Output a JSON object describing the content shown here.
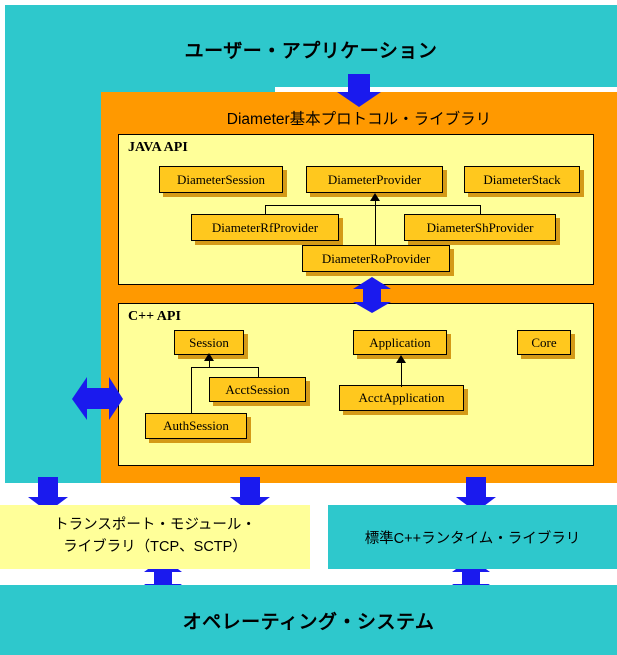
{
  "diagram": {
    "type": "layered-architecture",
    "title_top": "ユーザー・アプリケーション",
    "library_title": "Diameter基本プロトコル・ライブラリ",
    "panels": [
      {
        "id": "java",
        "label": "JAVA API"
      },
      {
        "id": "cpp",
        "label": "C++ API"
      }
    ],
    "java_classes": [
      {
        "name": "DiameterSession"
      },
      {
        "name": "DiameterProvider"
      },
      {
        "name": "DiameterStack"
      },
      {
        "name": "DiameterRfProvider"
      },
      {
        "name": "DiameterShProvider"
      },
      {
        "name": "DiameterRoProvider"
      }
    ],
    "cpp_classes": [
      {
        "name": "Session"
      },
      {
        "name": "Application"
      },
      {
        "name": "Core"
      },
      {
        "name": "AcctSession"
      },
      {
        "name": "AcctApplication"
      },
      {
        "name": "AuthSession"
      }
    ],
    "inheritance": [
      {
        "child": "DiameterRfProvider",
        "parent": "DiameterProvider"
      },
      {
        "child": "DiameterShProvider",
        "parent": "DiameterProvider"
      },
      {
        "child": "DiameterRoProvider",
        "parent": "DiameterProvider"
      },
      {
        "child": "AcctSession",
        "parent": "Session"
      },
      {
        "child": "AuthSession",
        "parent": "Session"
      },
      {
        "child": "AcctApplication",
        "parent": "Application"
      }
    ],
    "bottom_boxes": [
      {
        "id": "transport",
        "line1": "トランスポート・モジュール・",
        "line2": "ライブラリ（TCP、SCTP）"
      },
      {
        "id": "cppruntime",
        "line1": "標準C++ランタイム・ライブラリ",
        "line2": ""
      }
    ],
    "os_title": "オペレーティング・システム",
    "colors": {
      "teal": "#2ec8cc",
      "orange": "#ff9900",
      "panel_yellow": "#ffff99",
      "class_gold": "#ffc81e",
      "arrow_blue": "#1a1aee",
      "outline": "#000000"
    },
    "arrows": [
      {
        "name": "app-to-library",
        "direction": "down",
        "orientation": "vertical"
      },
      {
        "name": "java-to-cpp",
        "direction": "bidirectional",
        "orientation": "vertical"
      },
      {
        "name": "library-to-transport-left",
        "direction": "bidirectional",
        "orientation": "horizontal"
      },
      {
        "name": "library-to-transport",
        "direction": "down",
        "orientation": "vertical"
      },
      {
        "name": "cpp-to-transport",
        "direction": "down",
        "orientation": "vertical"
      },
      {
        "name": "library-to-cppruntime",
        "direction": "down",
        "orientation": "vertical"
      },
      {
        "name": "transport-to-os",
        "direction": "bidirectional",
        "orientation": "vertical"
      },
      {
        "name": "cppruntime-to-os",
        "direction": "bidirectional",
        "orientation": "vertical"
      }
    ]
  }
}
